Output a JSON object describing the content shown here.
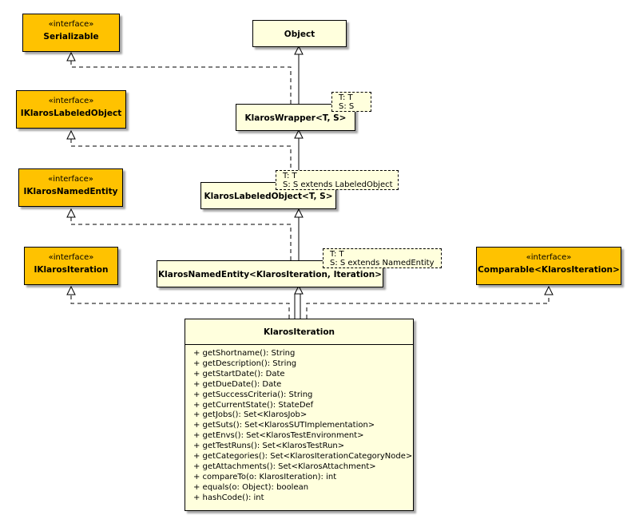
{
  "diagram": {
    "interfaces": [
      {
        "key": "serializable",
        "stereotype": "«interface»",
        "name": "Serializable"
      },
      {
        "key": "labeled",
        "stereotype": "«interface»",
        "name": "IKlarosLabeledObject"
      },
      {
        "key": "named",
        "stereotype": "«interface»",
        "name": "IKlarosNamedEntity"
      },
      {
        "key": "iteration",
        "stereotype": "«interface»",
        "name": "IKlarosIteration"
      },
      {
        "key": "comparable",
        "stereotype": "«interface»",
        "name": "Comparable<KlarosIteration>"
      }
    ],
    "classes": {
      "object": {
        "name": "Object"
      },
      "wrapper": {
        "name": "KlarosWrapper<T, S>",
        "template_params": [
          "T: T",
          "S: S"
        ]
      },
      "labeled_object": {
        "name": "KlarosLabeledObject<T, S>",
        "template_params": [
          "T: T",
          "S: S extends LabeledObject"
        ]
      },
      "named_entity": {
        "name": "KlarosNamedEntity<KlarosIteration, Iteration>",
        "template_params": [
          "T: T",
          "S: S extends NamedEntity"
        ]
      },
      "klaros_iteration": {
        "name": "KlarosIteration",
        "methods": [
          "+ getShortname(): String",
          "+ getDescription(): String",
          "+ getStartDate(): Date",
          "+ getDueDate(): Date",
          "+ getSuccessCriteria(): String",
          "+ getCurrentState(): StateDef",
          "+ getJobs(): Set<KlarosJob>",
          "+ getSuts(): Set<KlarosSUTImplementation>",
          "+ getEnvs(): Set<KlarosTestEnvironment>",
          "+ getTestRuns(): Set<KlarosTestRun>",
          "+ getCategories(): Set<KlarosIterationCategoryNode>",
          "+ getAttachments(): Set<KlarosAttachment>",
          "+ compareTo(o: KlarosIteration): int",
          "+ equals(o: Object): boolean",
          "+ hashCode(): int"
        ]
      }
    },
    "colors": {
      "interface_fill": "#ffc200",
      "class_fill": "#ffffdd",
      "line": "#000000"
    }
  }
}
